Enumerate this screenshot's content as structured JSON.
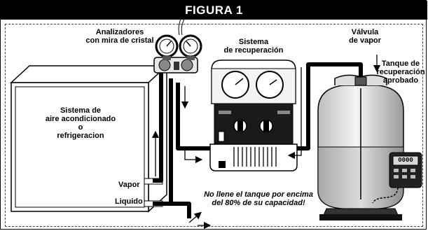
{
  "figure": {
    "title": "FIGURA 1"
  },
  "labels": {
    "analyzers": "Analizadores\ncon mira de cristal",
    "recovery_system": "Sistema\nde recuperación",
    "vapor_valve": "Válvula\nde vapor",
    "tank": "Tanque de\nrecuperación\naprobado",
    "ac_system": "Sistema de\naire acondicionado\no\nrefrigeracion",
    "vapor": "Vapor",
    "liquid": "Liquido",
    "warning": "No llene el tanque por encima\ndel 80% de su capacidad!",
    "scale_display": "0000"
  }
}
